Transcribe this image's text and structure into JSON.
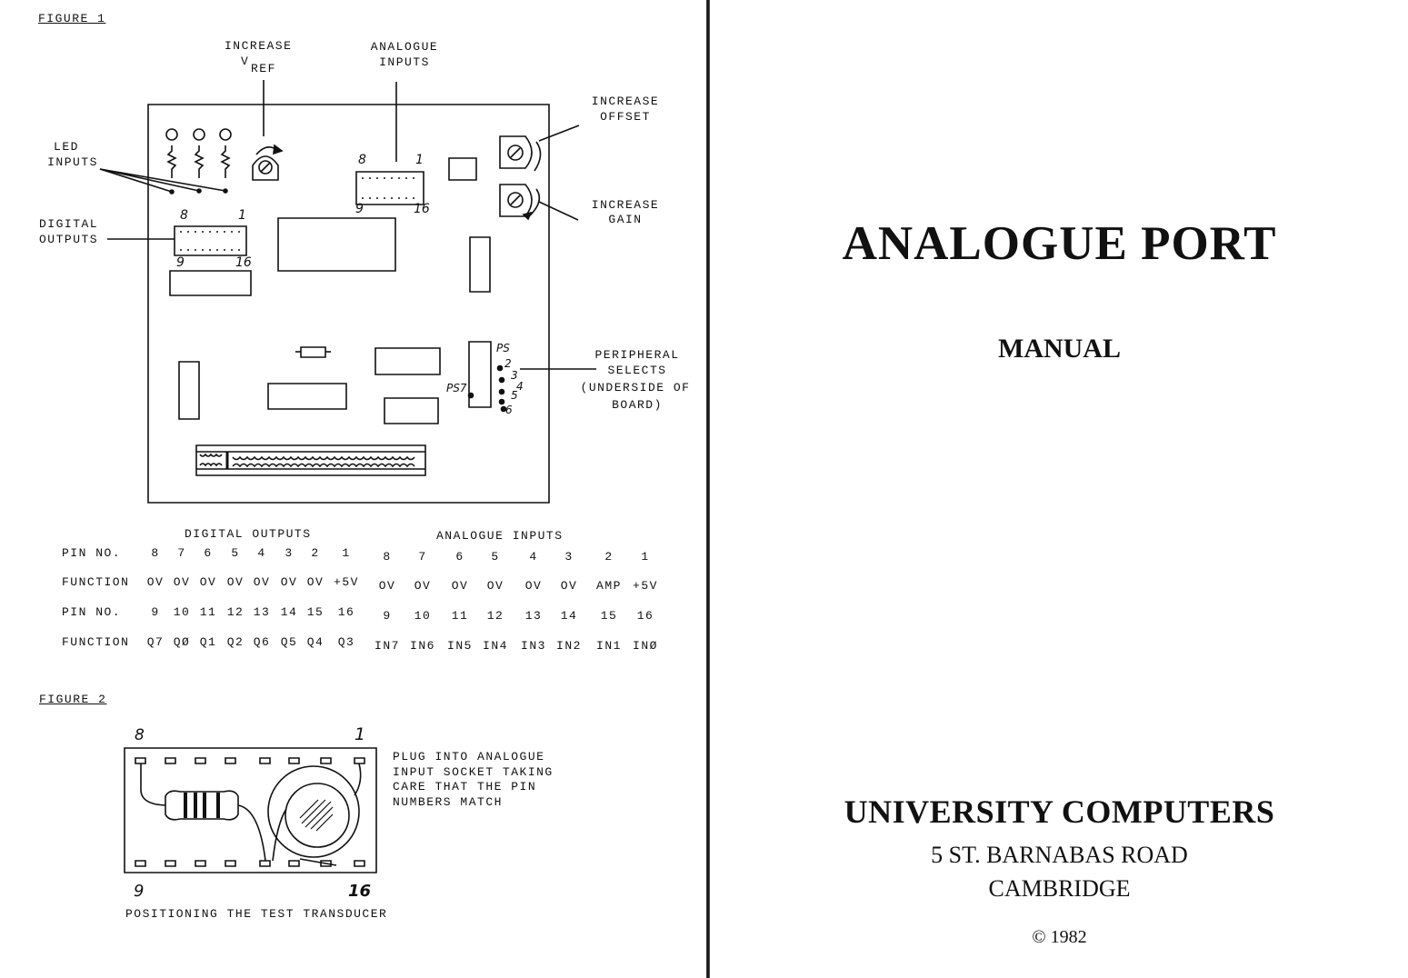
{
  "left_page": {
    "figure1": {
      "label": "FIGURE 1",
      "callouts": {
        "increase": "INCREASE",
        "v": "V",
        "ref": "REF",
        "analogue_inputs_l1": "ANALOGUE",
        "analogue_inputs_l2": "INPUTS",
        "increase_offset_l1": "INCREASE",
        "increase_offset_l2": "OFFSET",
        "led_inputs_l1": "LED",
        "led_inputs_l2": "INPUTS",
        "increase_gain_l1": "INCREASE",
        "increase_gain_l2": "GAIN",
        "digital_outputs_l1": "DIGITAL",
        "digital_outputs_l2": "OUTPUTS",
        "peripheral_l1": "PERIPHERAL",
        "peripheral_l2": "SELECTS",
        "peripheral_l3": "(UNDERSIDE OF",
        "peripheral_l4": "BOARD)"
      },
      "board_marks": {
        "ain_8": "8",
        "ain_1": "1",
        "ain_9": "9",
        "ain_16": "16",
        "dout_8": "8",
        "dout_1": "1",
        "dout_9": "9",
        "dout_16": "16",
        "ps": "PS",
        "ps7": "PS7",
        "ps_2": "2",
        "ps_3": "3",
        "ps_4": "4",
        "ps_5": "5",
        "ps_6": "6"
      }
    },
    "pin_table": {
      "group_digital": "DIGITAL OUTPUTS",
      "group_analogue": "ANALOGUE INPUTS",
      "rows": [
        {
          "label": "PIN NO.",
          "cells": [
            "8",
            "7",
            "6",
            "5",
            "4",
            "3",
            "2",
            "1",
            "8",
            "7",
            "6",
            "5",
            "4",
            "3",
            "2",
            "1"
          ]
        },
        {
          "label": "FUNCTION",
          "cells": [
            "OV",
            "OV",
            "OV",
            "OV",
            "OV",
            "OV",
            "OV",
            "+5V",
            "OV",
            "OV",
            "OV",
            "OV",
            "OV",
            "OV",
            "AMP",
            "+5V"
          ]
        },
        {
          "label": "PIN NO.",
          "cells": [
            "9",
            "10",
            "11",
            "12",
            "13",
            "14",
            "15",
            "16",
            "9",
            "10",
            "11",
            "12",
            "13",
            "14",
            "15",
            "16"
          ]
        },
        {
          "label": "FUNCTION",
          "cells": [
            "Q7",
            "QØ",
            "Q1",
            "Q2",
            "Q6",
            "Q5",
            "Q4",
            "Q3",
            "IN7",
            "IN6",
            "IN5",
            "IN4",
            "IN3",
            "IN2",
            "IN1",
            "INØ"
          ]
        }
      ]
    },
    "figure2": {
      "label": "FIGURE 2",
      "pin_8": "8",
      "pin_1": "1",
      "pin_9": "9",
      "pin_16": "16",
      "note_l1": "PLUG INTO ANALOGUE",
      "note_l2": "INPUT SOCKET TAKING",
      "note_l3": "CARE THAT THE PIN",
      "note_l4": "NUMBERS MATCH",
      "caption": "POSITIONING THE TEST TRANSDUCER"
    }
  },
  "right_page": {
    "title": "ANALOGUE PORT",
    "subtitle": "MANUAL",
    "publisher": "UNIVERSITY COMPUTERS",
    "address": "5 ST. BARNABAS ROAD",
    "city": "CAMBRIDGE",
    "copyright": "© 1982"
  }
}
